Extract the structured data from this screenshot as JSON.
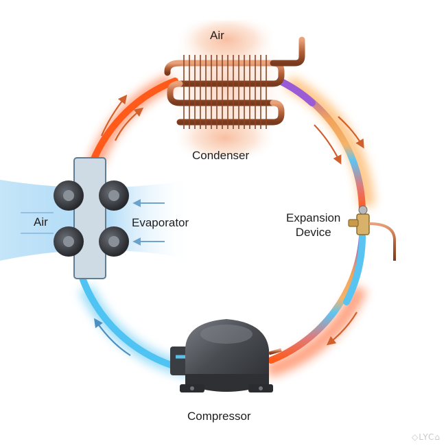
{
  "labels": {
    "air_top": "Air",
    "condenser": "Condenser",
    "expansion_line1": "Expansion",
    "expansion_line2": "Device",
    "air_left": "Air",
    "evaporator": "Evaporator",
    "compressor": "Compressor"
  },
  "watermark": "◇LYC⌂",
  "colors": {
    "hot": "#ff5a1a",
    "warm": "#ff9a2a",
    "transition": "#9a5bd6",
    "cold": "#4fc3f2",
    "evaporator_air": "#8ecbf3",
    "condenser_air": "#f7b08a",
    "copper": "#b5623a",
    "compressor_body": "#4a4d52"
  },
  "icons": [
    "flow-arrow-icon",
    "fan-icon",
    "valve-icon",
    "compressor-icon",
    "condenser-coil-icon",
    "evaporator-coil-icon"
  ]
}
